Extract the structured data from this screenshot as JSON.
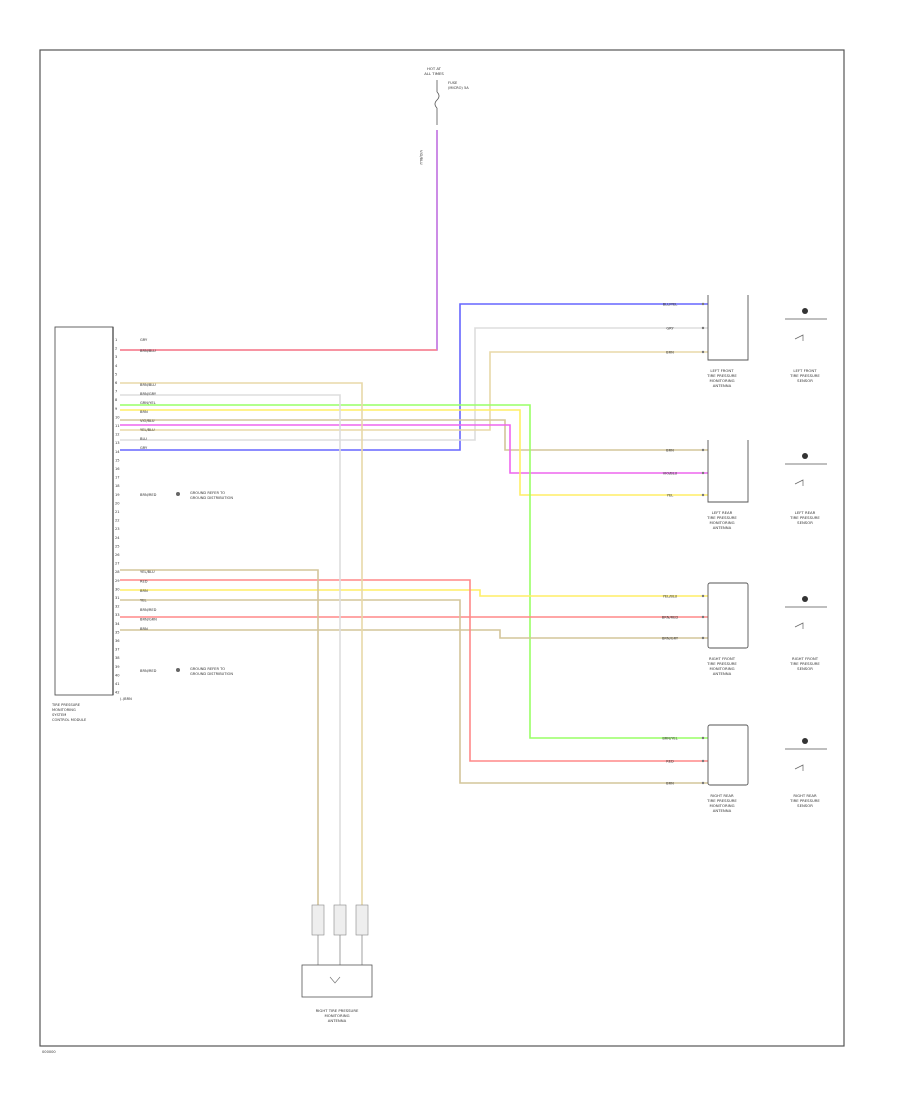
{
  "fuse": {
    "label_top": "HOT AT",
    "label_sub": "ALL TIMES",
    "fuse_label": "FUSE",
    "fuse_sub": "(MICRO) 5A",
    "wire_color": "VIO/BLU"
  },
  "module": {
    "label_lines": [
      "TIRE PRESSURE",
      "MONITORING",
      "SYSTEM",
      "CONTROL MODULE"
    ],
    "pins": [
      "1",
      "2",
      "3",
      "4",
      "5",
      "6",
      "7",
      "8",
      "9",
      "10",
      "11",
      "12",
      "13",
      "14",
      "15",
      "16",
      "17",
      "18",
      "19",
      "20",
      "21",
      "22",
      "23",
      "24",
      "25",
      "26",
      "27",
      "28",
      "29",
      "30",
      "31",
      "32",
      "33",
      "34",
      "35",
      "36",
      "37",
      "38",
      "39",
      "40",
      "41",
      "42"
    ],
    "top_wires": [
      "GRY",
      "BRN/BLU"
    ],
    "mid_wires": [
      "BRN/BLU",
      "BRN/GRY",
      "GRN/YEL",
      "BRN",
      "VIO/BLU",
      "YEL/BLU",
      "BLU",
      "GRY"
    ],
    "ground_1": "BRN/RED",
    "ground_1_text": [
      "GROUND REFER TO",
      "GROUND DISTRIBUTION"
    ],
    "low_wires": [
      "YEL/BLU",
      "RED",
      "BRN",
      "YEL",
      "BRN/RED",
      "BRN/GRN",
      "BRN"
    ],
    "ground_2": "BRN/RED",
    "ground_2_text": [
      "GROUND REFER TO",
      "GROUND DISTRIBUTION"
    ],
    "footer_left": "(-)BRN"
  },
  "sensors": [
    {
      "wires": [
        "BLU/YEL",
        "GRY",
        "BRN"
      ],
      "label_lines": [
        "LEFT FRONT",
        "TIRE PRESSURE",
        "MONITORING",
        "ANTENNA"
      ],
      "switch_lines": [
        "LEFT FRONT",
        "TIRE PRESSURE",
        "SENSOR"
      ]
    },
    {
      "wires": [
        "BRN",
        "VIO/BLU",
        "YEL"
      ],
      "label_lines": [
        "LEFT REAR",
        "TIRE PRESSURE",
        "MONITORING",
        "ANTENNA"
      ],
      "switch_lines": [
        "LEFT REAR",
        "TIRE PRESSURE",
        "SENSOR"
      ]
    },
    {
      "wires": [
        "YEL/BLU",
        "BRN/RED",
        "BRN/GRY"
      ],
      "label_lines": [
        "RIGHT FRONT",
        "TIRE PRESSURE",
        "MONITORING",
        "ANTENNA"
      ],
      "switch_lines": [
        "RIGHT FRONT",
        "TIRE PRESSURE",
        "SENSOR"
      ]
    },
    {
      "wires": [
        "BRN/YEL",
        "RED",
        "BRN"
      ],
      "label_lines": [
        "RIGHT REAR",
        "TIRE PRESSURE",
        "MONITORING",
        "ANTENNA"
      ],
      "switch_lines": [
        "RIGHT REAR",
        "TIRE PRESSURE",
        "SENSOR"
      ]
    }
  ],
  "rear_antenna": {
    "label_lines": [
      "RIGHT TIRE PRESSURE",
      "MONITORING",
      "ANTENNA"
    ]
  },
  "footer_id": "000000",
  "colors": {
    "red": "#ff8888",
    "violet": "#c070e0",
    "blue": "#6666ff",
    "green": "#99ff66",
    "yellow": "#ffee66",
    "brown": "#d4c59a",
    "gray": "#cccccc",
    "magenta": "#ee66ee"
  }
}
